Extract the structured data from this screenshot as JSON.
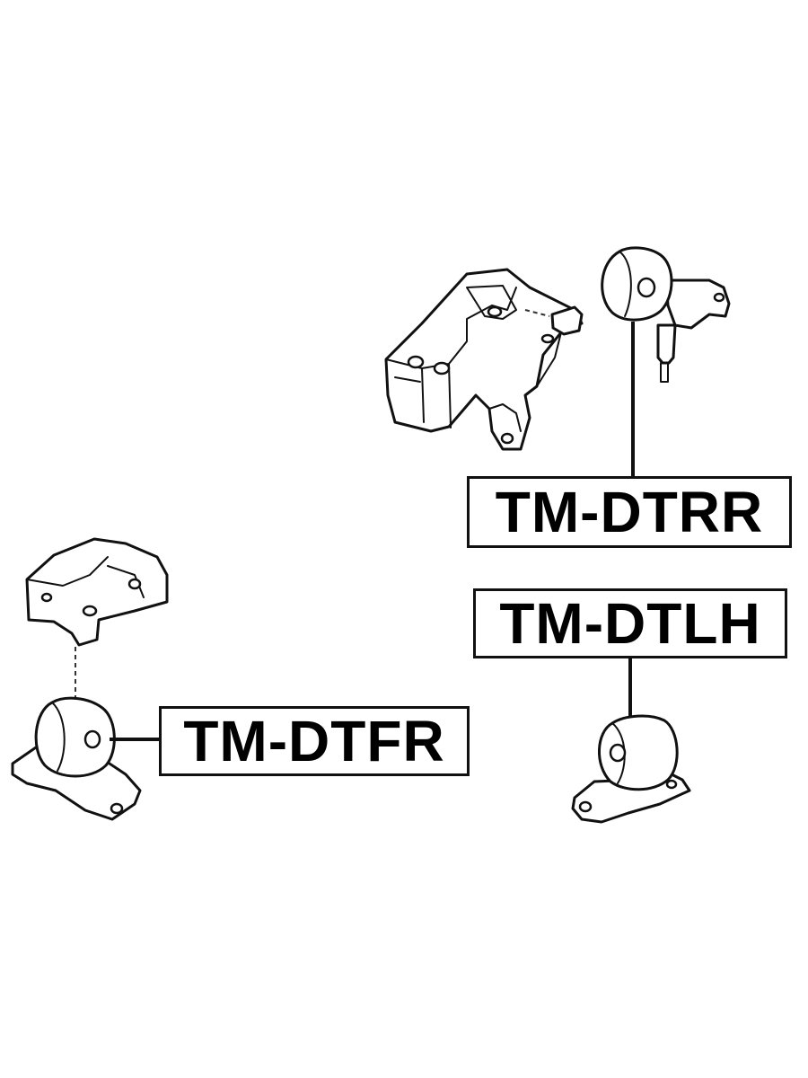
{
  "parts": [
    {
      "id": "dtrr",
      "code": "TM-DTRR"
    },
    {
      "id": "dtlh",
      "code": "TM-DTLH"
    },
    {
      "id": "dtfr",
      "code": "TM-DTFR"
    }
  ],
  "colors": {
    "line": "#111111",
    "background": "#ffffff"
  }
}
